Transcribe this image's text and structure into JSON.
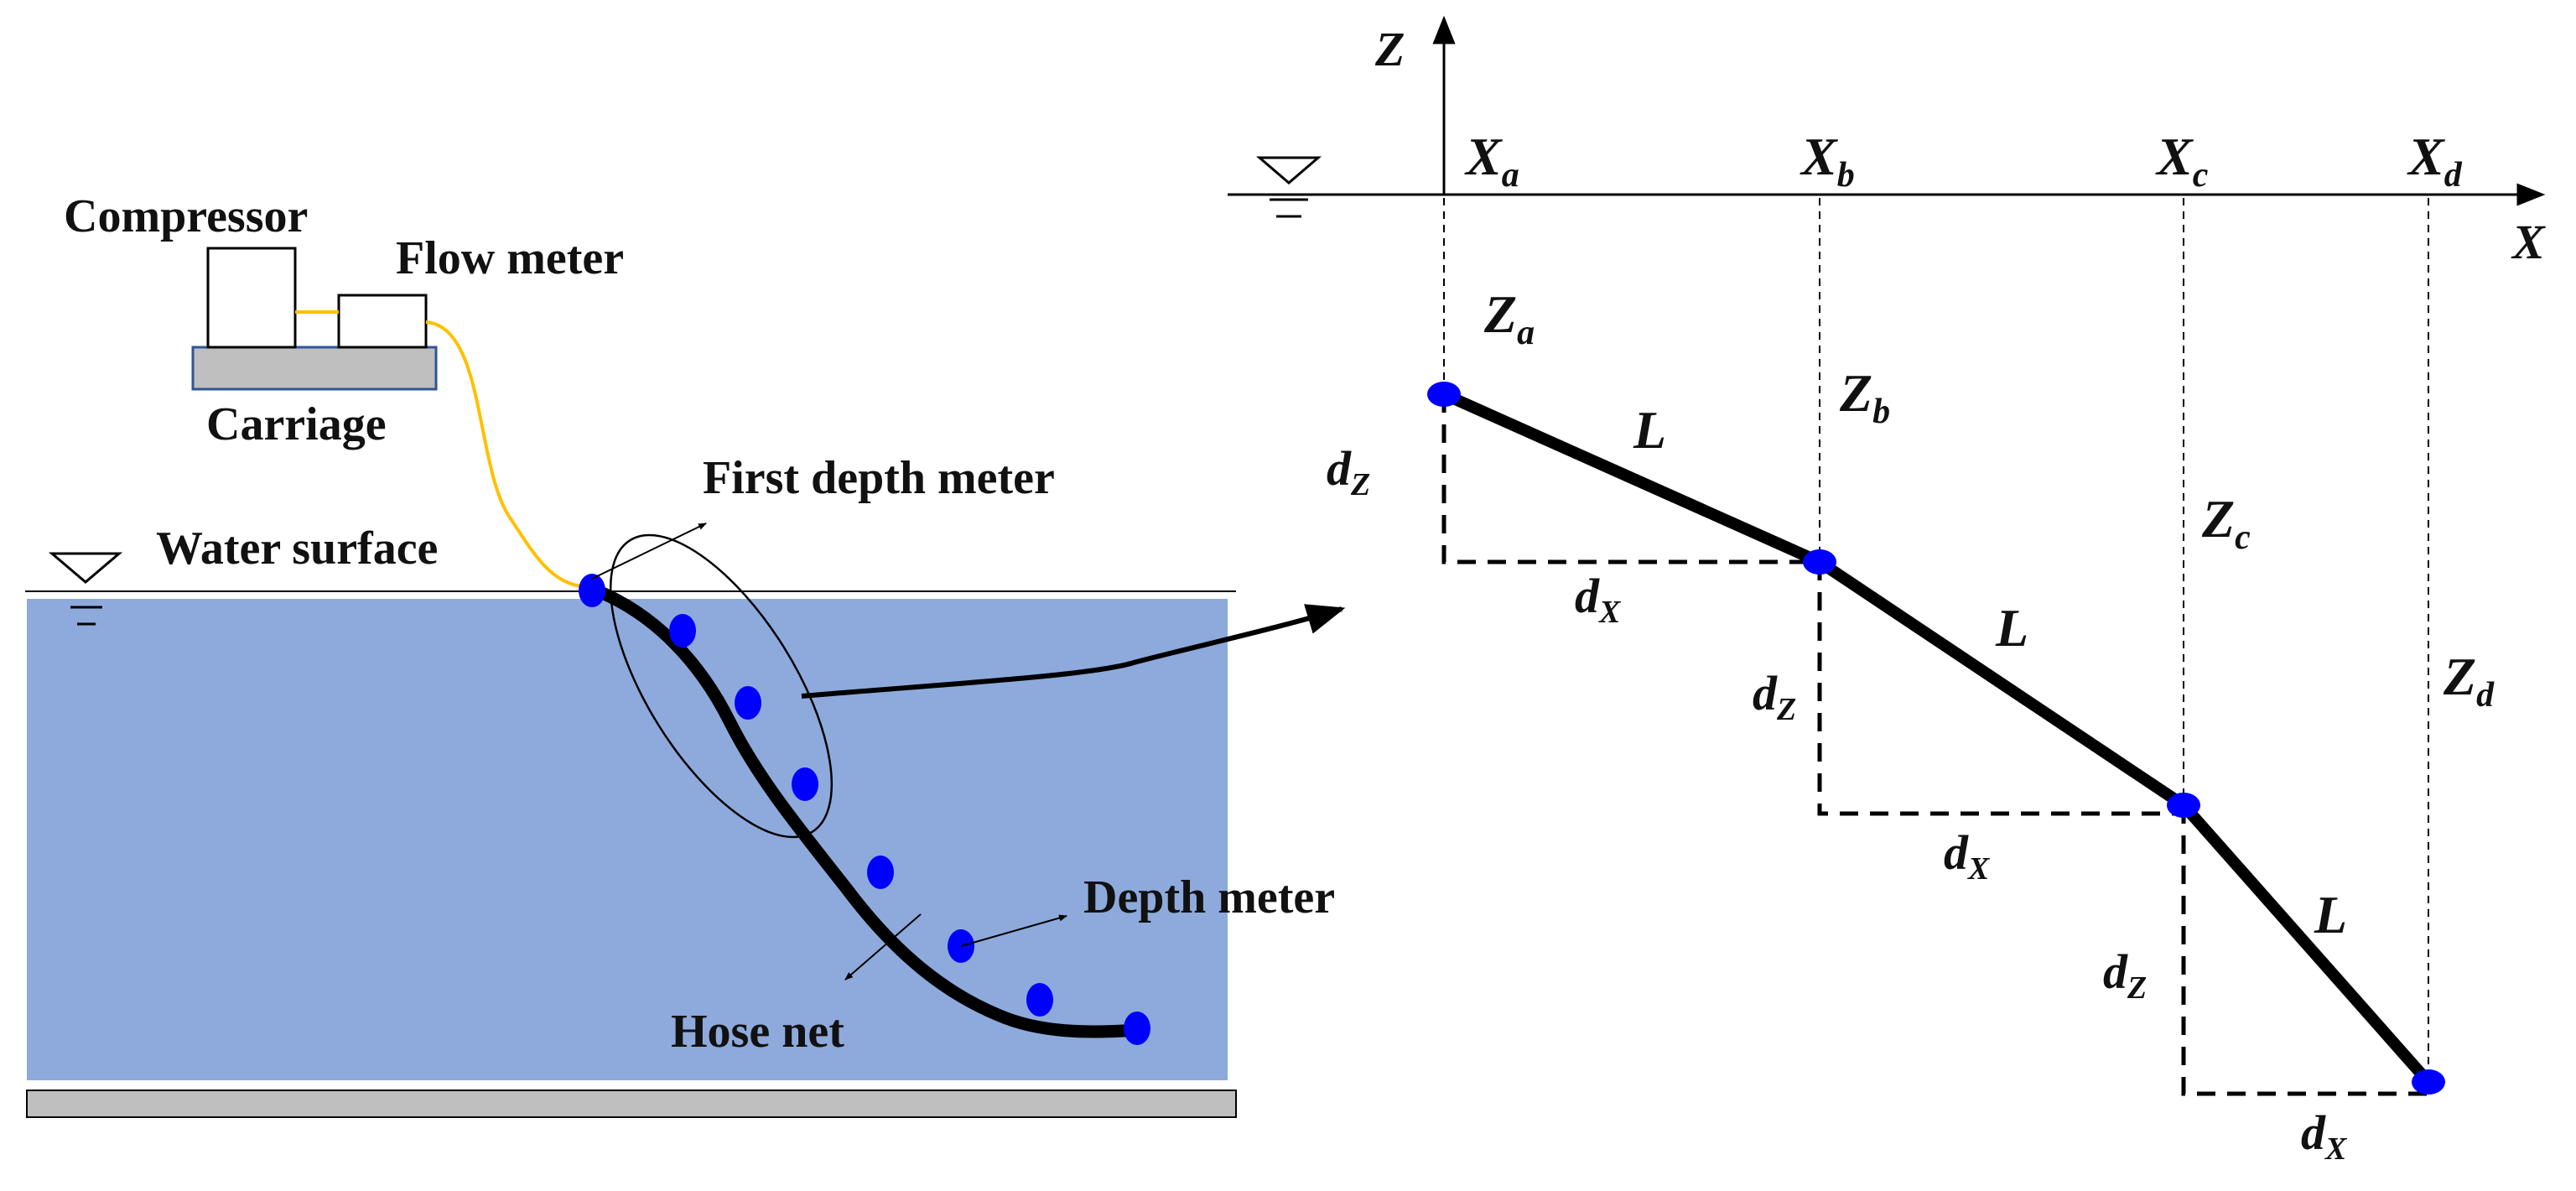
{
  "colors": {
    "water": "#8eaadc",
    "node": "#0000ff",
    "hose": "#000000",
    "air_line": "#ffc000",
    "carriage": "#bfbfbf",
    "carriage_border": "#2f5597",
    "floor": "#bfbfbf"
  },
  "left_panel": {
    "compressor_label": "Compressor",
    "flow_meter_label": "Flow meter",
    "carriage_label": "Carriage",
    "water_surface_label": "Water surface",
    "first_depth_meter_label": "First depth meter",
    "depth_meter_label": "Depth meter",
    "hose_net_label": "Hose net",
    "water_level_icon": "water-level-triangle"
  },
  "right_panel": {
    "z_axis": "Z",
    "x_axis": "X",
    "x_ticks": [
      {
        "base": "X",
        "sub": "a"
      },
      {
        "base": "X",
        "sub": "b"
      },
      {
        "base": "X",
        "sub": "c"
      },
      {
        "base": "X",
        "sub": "d"
      }
    ],
    "z_labels": [
      {
        "base": "Z",
        "sub": "a"
      },
      {
        "base": "Z",
        "sub": "b"
      },
      {
        "base": "Z",
        "sub": "c"
      },
      {
        "base": "Z",
        "sub": "d"
      }
    ],
    "segment_label": "L",
    "dz": {
      "base": "d",
      "sub": "Z"
    },
    "dx": {
      "base": "d",
      "sub": "X"
    },
    "water_level_icon": "water-level-triangle"
  }
}
